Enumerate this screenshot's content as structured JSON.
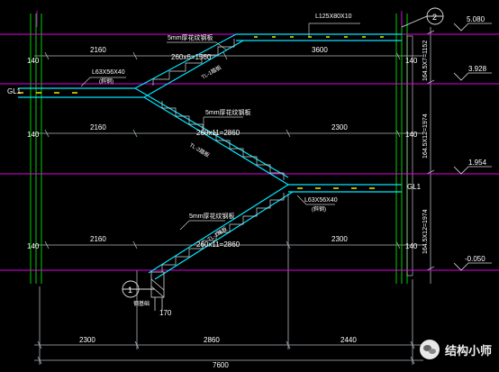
{
  "colors": {
    "background": "#000000",
    "dim": "#ffffff",
    "dimline": "#aeb8c0",
    "stair": "#00e6ff",
    "green": "#00d000",
    "magenta": "#e000e0",
    "yellow": "#ffe000",
    "beam": "#38c8ff"
  },
  "labels": {
    "dim_2160_a": "2160",
    "dim_3600": "3600",
    "dim_2160_b": "2160",
    "dim_2300_a": "2300",
    "dim_2160_c": "2160",
    "dim_2300_b": "2300",
    "dim_bot_2300": "2300",
    "dim_bot_2860": "2860",
    "dim_bot_2440": "2440",
    "dim_total": "7600",
    "dim_140_1": "140",
    "dim_140_2": "140",
    "dim_140_3": "140",
    "dim_140_4": "140",
    "dim_140_5": "140",
    "dim_140_6": "140",
    "dim_170": "170",
    "top_run": "260x6=1560",
    "run_mid": "260x11=2860",
    "run_low": "260x11=2860",
    "angle_top": "L125X80X10",
    "angle_left": "L63X56X40",
    "angle_right": "L63X56X40",
    "angle_left_note": "(斜钢)",
    "angle_right_note": "(斜钢)",
    "plate_top": "5mm厚花纹钢板",
    "plate_mid": "5mm厚花纹钢板",
    "plate_low": "5mm厚花纹钢板",
    "slope_top": "TL-1踏板",
    "slope_mid": "TL-2踏板",
    "slope_low": "TL-1踏板",
    "gl_left": "GL1",
    "gl_right": "GL1",
    "elev_top": "5.080",
    "elev_2": "3.928",
    "elev_3": "1.954",
    "elev_4": "-0.050",
    "vdim_top": "164.5X7=1152",
    "vdim_mid": "164.5X12=1974",
    "vdim_low": "164.5X12=1974",
    "axis_right": "2",
    "axis_left": "1",
    "base_note": "钢基础",
    "watermark": "结构小师"
  }
}
